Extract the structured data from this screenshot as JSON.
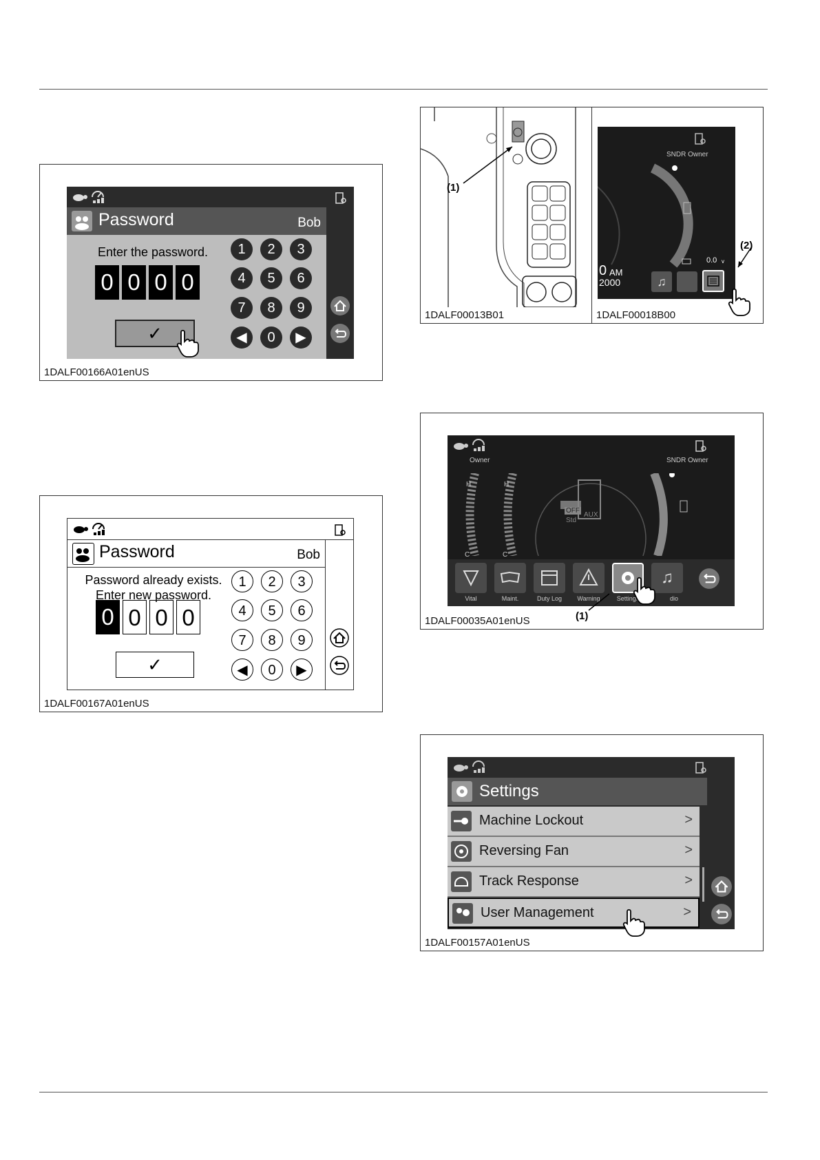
{
  "figures": {
    "pw_enter": {
      "status_icons": [
        "turtle-icon",
        "travel-speed-icon",
        "key-icon"
      ],
      "title": "Password",
      "user": "Bob",
      "prompt": "Enter the password.",
      "digits": [
        "0",
        "0",
        "0",
        "0"
      ],
      "keys": [
        "1",
        "2",
        "3",
        "4",
        "5",
        "6",
        "7",
        "8",
        "9",
        "◀",
        "0",
        "▶"
      ],
      "confirm": "✓",
      "caption": "1DALF00166A01enUS"
    },
    "pw_new": {
      "title": "Password",
      "user": "Bob",
      "prompt_line1": "Password already exists.",
      "prompt_line2": "Enter new password.",
      "digits": [
        "0",
        "0",
        "0",
        "0"
      ],
      "keys": [
        "1",
        "2",
        "3",
        "4",
        "5",
        "6",
        "7",
        "8",
        "9",
        "◀",
        "0",
        "▶"
      ],
      "confirm": "✓",
      "caption": "1DALF00167A01enUS"
    },
    "panel": {
      "callout": "(1)",
      "caption": "1DALF00013B01"
    },
    "display_home": {
      "user_tag": "SNDR Owner",
      "time": "0",
      "ampm": "AM",
      "year": "2000",
      "voltage": "0.0",
      "voltage_unit": "v",
      "callout": "(2)",
      "caption": "1DALF00018B00"
    },
    "dashboard": {
      "owner": "Owner",
      "user_tag": "SNDR Owner",
      "gauge_h1": "H",
      "gauge_c1": "C",
      "gauge_h2": "H",
      "gauge_c2": "C",
      "off_label": "OFF",
      "std_label": "Std",
      "aux_label": "AUX",
      "menu": [
        "Vital",
        "Maint.",
        "Duty Log",
        "Warning",
        "Settings",
        "dio"
      ],
      "callout": "(1)",
      "caption": "1DALF00035A01enUS"
    },
    "settings": {
      "title": "Settings",
      "items": [
        {
          "label": "Machine Lockout",
          "icon": "key-icon"
        },
        {
          "label": "Reversing Fan",
          "icon": "fan-icon"
        },
        {
          "label": "Track Response",
          "icon": "track-icon"
        },
        {
          "label": "User Management",
          "icon": "users-icon"
        }
      ],
      "chevron": ">",
      "caption": "1DALF00157A01enUS"
    }
  }
}
